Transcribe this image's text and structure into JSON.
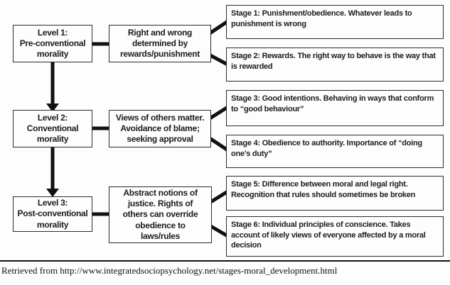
{
  "colors": {
    "line": "#111111",
    "box_border": "#2b2b2b",
    "text": "#1c1c1c",
    "background": "#fdfdfd"
  },
  "levels": [
    {
      "title": "Level 1:\nPre-conventional\nmorality",
      "description": "Right and wrong\ndetermined by\nrewards/punishment"
    },
    {
      "title": "Level 2:\nConventional\nmorality",
      "description": "Views of others matter.\nAvoidance of blame;\nseeking approval"
    },
    {
      "title": "Level 3:\nPost-conventional\nmorality",
      "description": "Abstract notions of\njustice. Rights of\nothers can override\nobedience to\nlaws/rules"
    }
  ],
  "stages": [
    {
      "text": "Stage 1: Punishment/obedience. Whatever leads to punishment is wrong"
    },
    {
      "text": "Stage 2: Rewards. The right way to behave is the way that is rewarded"
    },
    {
      "text": "Stage 3: Good intentions. Behaving in ways that conform to “good behaviour”"
    },
    {
      "text": "Stage 4: Obedience to authority. Importance of “doing one’s duty”"
    },
    {
      "text": "Stage 5: Difference between moral and legal right. Recognition that rules should sometimes be broken"
    },
    {
      "text": "Stage 6: Individual principles of conscience. Takes account of likely views of everyone affected by a moral decision"
    }
  ],
  "footer": {
    "citation": "Retrieved from http://www.integratedsociopsychology.net/stages-moral_development.html"
  }
}
